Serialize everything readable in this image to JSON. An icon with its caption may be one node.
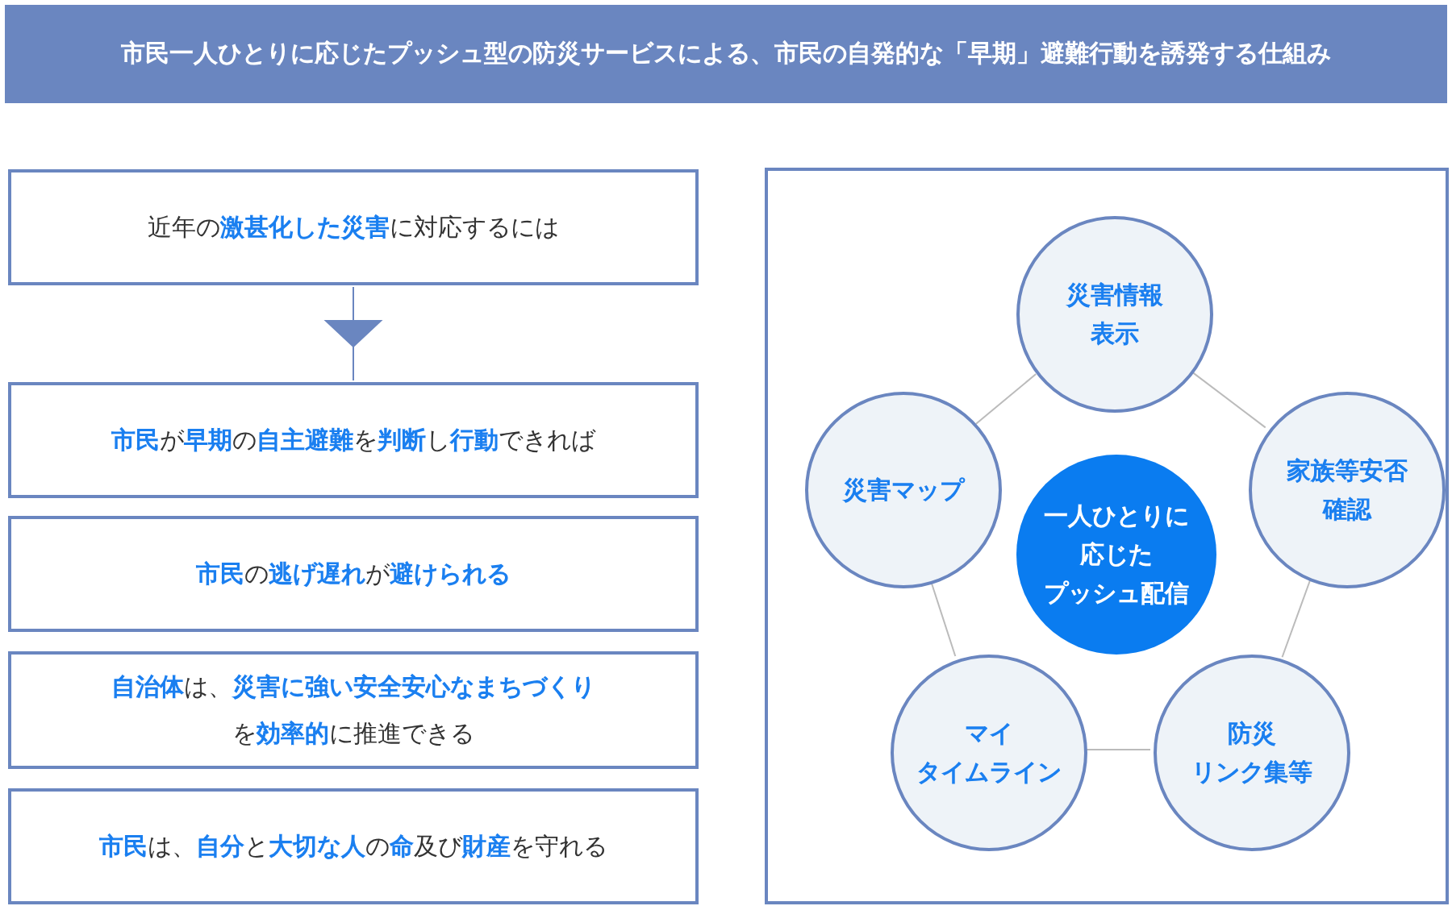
{
  "diagram": {
    "title": "市民一人ひとりに応じたプッシュ型の防災サービスによる、市民の自発的な「早期」避難行動を誘発する仕組み",
    "nodes": [
      {
        "text": [
          "近年の**激甚化した災害**に対応するには"
        ]
      },
      {
        "text": [
          "**市民**が**早期**の**自主避難**を**判断**し**行動**できれば"
        ]
      },
      {
        "text": [
          "**市民**の**逃げ遅れ**が**避けられる**"
        ]
      },
      {
        "text": [
          "**自治体**は、**災害に強い安全安心なまちづくり**を**効率的**に推進できる"
        ]
      },
      {
        "text": [
          "**市民**は、**自分**と**大切な人**の**命**及び**財産**を守れる"
        ]
      },
      {
        "text": [],
        "shape": "box"
      },
      {
        "text": [
          "一人ひとりに応じたプッシュ配信"
        ],
        "in": 5
      },
      {
        "text": [
          "災害情報表示"
        ],
        "in": 5
      },
      {
        "text": [
          "災害マップ"
        ],
        "in": 5
      },
      {
        "text": [
          "家族等安否確認"
        ],
        "in": 5
      },
      {
        "text": [
          "マイタイムライン"
        ],
        "in": 5
      },
      {
        "text": [
          "防災リンク集等"
        ],
        "in": 5
      }
    ],
    "edges": [
      {
        "from": 0,
        "to": 1,
        "arrow": "to"
      },
      {
        "from": 7,
        "to": 9,
        "arrow": "none",
        "color": "#bbbbbb"
      },
      {
        "from": 9,
        "to": 11,
        "arrow": "none",
        "color": "#bbbbbb"
      },
      {
        "from": 11,
        "to": 10,
        "arrow": "none",
        "color": "#bbbbbb"
      },
      {
        "from": 10,
        "to": 8,
        "arrow": "none",
        "color": "#bbbbbb"
      },
      {
        "from": 8,
        "to": 7,
        "arrow": "none",
        "color": "#bbbbbb"
      }
    ]
  }
}
